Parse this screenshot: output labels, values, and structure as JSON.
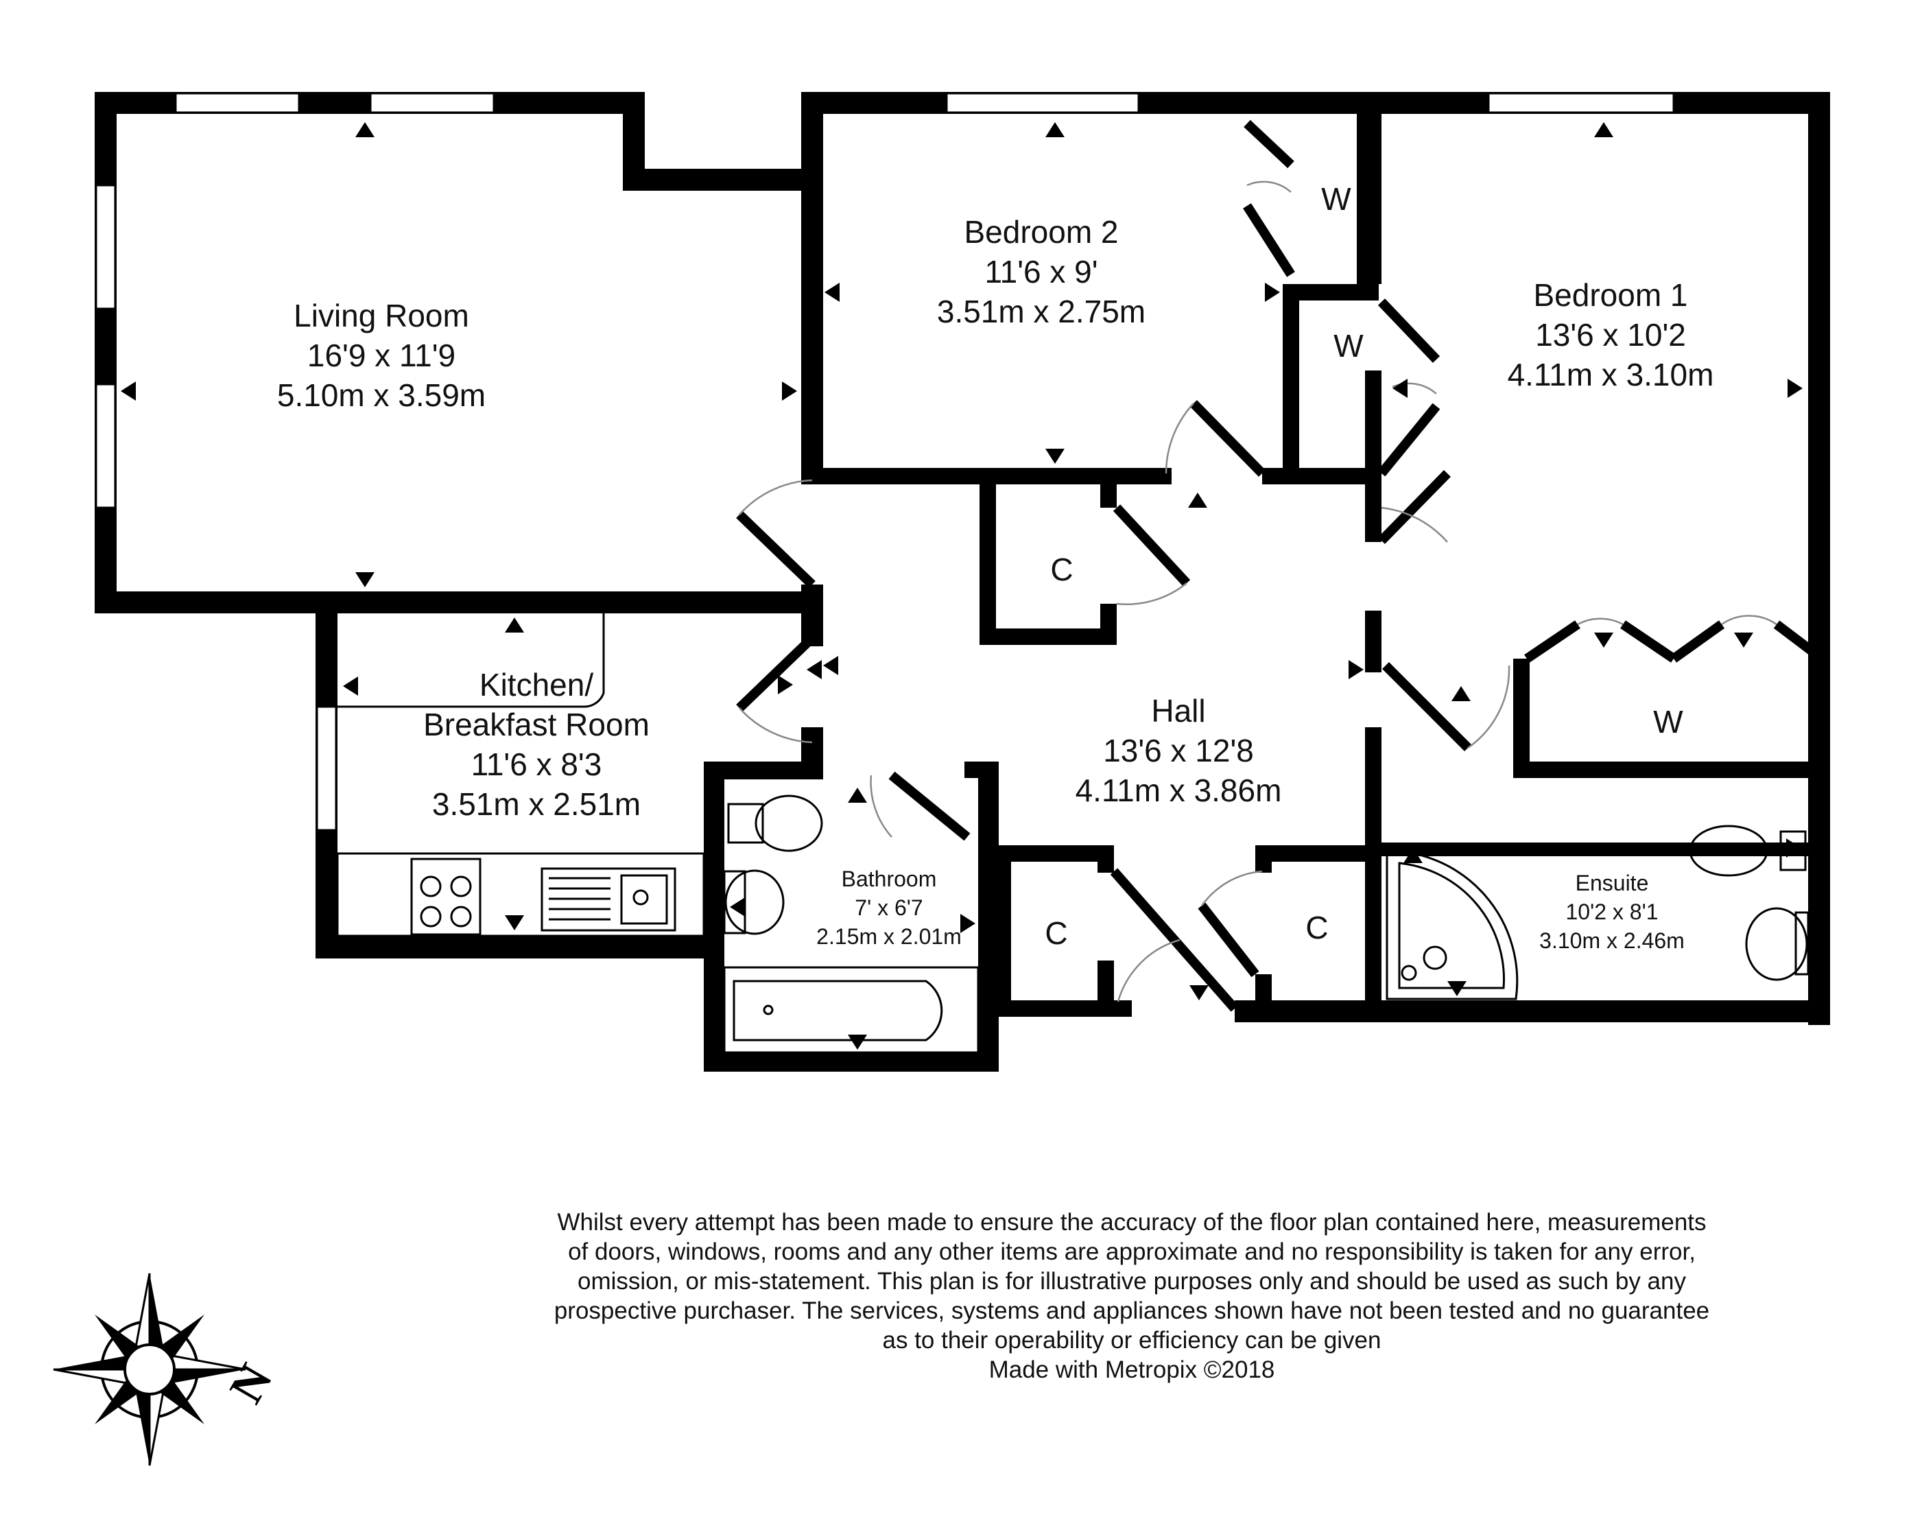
{
  "rooms": {
    "living": {
      "name": "Living Room",
      "imperial": "16'9 x 11'9",
      "metric": "5.10m x 3.59m"
    },
    "bedroom2": {
      "name": "Bedroom 2",
      "imperial": "11'6 x 9'",
      "metric": "3.51m x 2.75m"
    },
    "bedroom1": {
      "name": "Bedroom 1",
      "imperial": "13'6 x 10'2",
      "metric": "4.11m x 3.10m"
    },
    "kitchen": {
      "name_line1": "Kitchen/",
      "name_line2": "Breakfast Room",
      "imperial": "11'6 x 8'3",
      "metric": "3.51m x 2.51m"
    },
    "hall": {
      "name": "Hall",
      "imperial": "13'6 x 12'8",
      "metric": "4.11m x 3.86m"
    },
    "bathroom": {
      "name": "Bathroom",
      "imperial": "7' x 6'7",
      "metric": "2.15m x 2.01m"
    },
    "ensuite": {
      "name": "Ensuite",
      "imperial": "10'2 x 8'1",
      "metric": "3.10m x 2.46m"
    }
  },
  "storage": {
    "wardrobe": "W",
    "cupboard": "C"
  },
  "compass": {
    "north": "N"
  },
  "disclaimer": {
    "lines": [
      "Whilst every attempt has been made to ensure the accuracy of the floor plan contained here, measurements",
      "of doors, windows, rooms and any other items are approximate and no responsibility is taken for any error,",
      "omission, or mis-statement. This plan is for illustrative purposes only and should be used as such by any",
      "prospective purchaser. The services, systems and appliances shown have not been tested and no guarantee",
      "as to their operability or efficiency can be given"
    ],
    "credit": "Made with Metropix ©2018"
  }
}
